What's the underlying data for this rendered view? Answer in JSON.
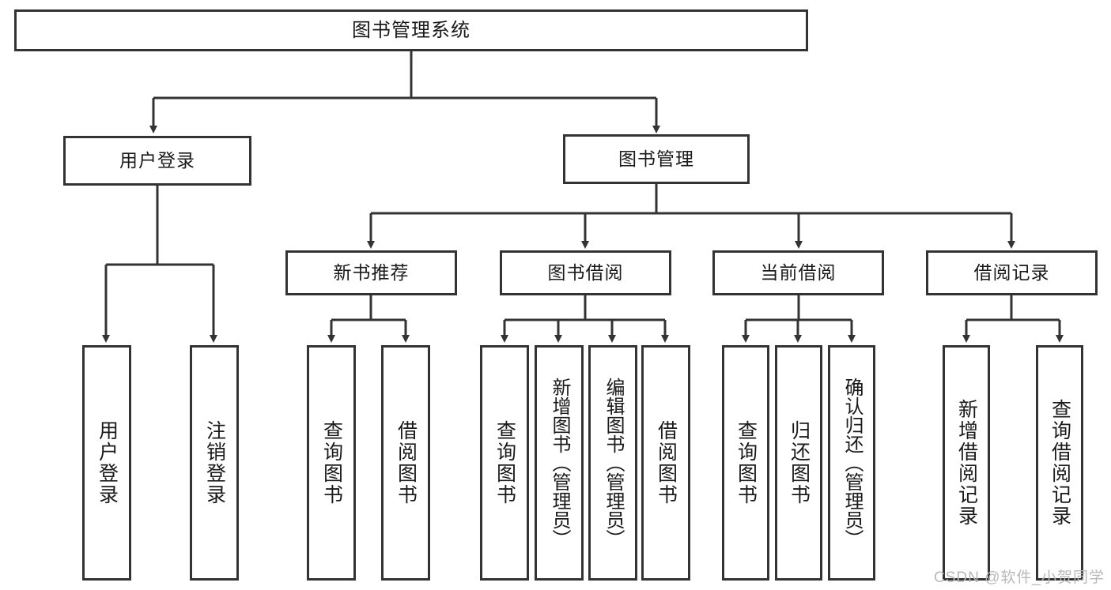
{
  "diagram": {
    "title": "图书管理系统",
    "type": "tree-hierarchy",
    "watermark": "CSDN @软件_小贺同学",
    "colors": {
      "box_border": "#333333",
      "box_fill": "#ffffff",
      "line": "#333333",
      "text": "#1a1a1a",
      "watermark": "#b9b9b9"
    },
    "nodes": {
      "root": {
        "label": "图书管理系统"
      },
      "level2": [
        {
          "label": "用户登录"
        },
        {
          "label": "图书管理"
        }
      ],
      "level3": [
        {
          "label": "新书推荐"
        },
        {
          "label": "图书借阅"
        },
        {
          "label": "当前借阅"
        },
        {
          "label": "借阅记录"
        }
      ],
      "leaves_user_login": [
        {
          "label": "用户登录"
        },
        {
          "label": "注销登录"
        }
      ],
      "leaves_new_book": [
        {
          "label": "查询图书"
        },
        {
          "label": "借阅图书"
        }
      ],
      "leaves_borrow": [
        {
          "label": "查询图书"
        },
        {
          "label": "新增图书（管理员）"
        },
        {
          "label": "编辑图书（管理员）"
        },
        {
          "label": "借阅图书"
        }
      ],
      "leaves_current": [
        {
          "label": "查询图书"
        },
        {
          "label": "归还图书"
        },
        {
          "label": "确认归还（管理员）"
        }
      ],
      "leaves_record": [
        {
          "label": "新增借阅记录"
        },
        {
          "label": "查询借阅记录"
        }
      ]
    }
  }
}
